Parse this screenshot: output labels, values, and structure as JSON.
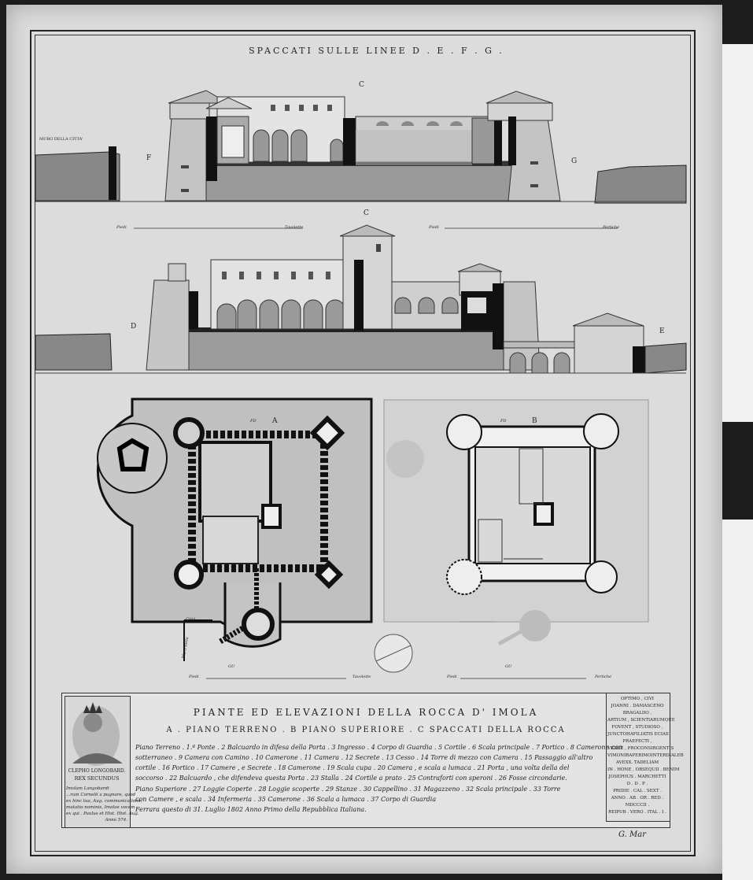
{
  "header": {
    "title": "SPACCATI SULLE LINEE D . E . F . G ."
  },
  "section_labels": {
    "c_top": "C",
    "c_mid": "C",
    "f": "F",
    "g": "G",
    "d": "D",
    "e": "E",
    "plan_a": "A",
    "plan_b": "B",
    "plan_a_fd": "FD",
    "plan_b_fd": "FD",
    "gu_a": "GU",
    "gu_b": "GU",
    "city_wall": "MURO DELLA CITTA'",
    "scale_left_a": "Piedi",
    "scale_left_b": "Tavolette",
    "scale_right_a": "Piedi",
    "scale_right_b": "Pertiche",
    "scale_plan_a_left": "Piedi",
    "scale_plan_a_right": "Tavolette",
    "scale_plan_b_left": "Piedi",
    "scale_plan_b_right": "Pertiche",
    "citta": "Città",
    "muro_della": "Muro della"
  },
  "cartouche": {
    "title": "PIANTE   ED   ELEVAZIONI   DELLA   ROCCA   D'   IMOLA",
    "subtitle": "A . PIANO  TERRENO . B  PIANO  SUPERIORE . C  SPACCATI  DELLA  ROCCA",
    "legend": [
      "Piano Terreno . 1.ª Ponte . 2 Balcuardo in difesa della Porta . 3 Ingresso . 4 Corpo di Guardia . 5 Cortile . 6 Scala principale . 7 Portico . 8 Camerone con",
      "sotterraneo . 9 Camera con Camino . 10 Camerone . 11 Camera . 12 Secrete . 13 Cesso . 14 Torre di mezzo con Camera . 15 Passaggio all'altro",
      "cortile . 16 Portico . 17 Camere , e Secrete . 18 Camerone . 19 Scala cupa . 20 Camera , e scala a lumaca . 21 Porta , una volta della del",
      "soccorso . 22 Balcuardo , che difendeva questa Porta . 23 Stalla . 24 Cortile a prato . 25 Contraforti con speroni . 26 Fosse circondarie.",
      "Piano Superiore . 27 Loggie Coperte . 28 Loggie scoperte . 29 Stanze . 30 Cappellino . 31 Magazzeno . 32 Scala principale . 33 Torre",
      "con Camere , e scala . 34 Infermeria . 35 Camerone . 36 Scala a lumaca . 37 Corpo di Guardia",
      "Ferrara questo di 31. Luglio 1802 Anno Primo della Repubblica Italiana."
    ],
    "portrait": {
      "caption_line1": "CLEPHO LONGOBARD.",
      "caption_line2": "REX SECUNDUS",
      "text": [
        "Imolam Langobardi",
        "...rum Cornelii a pugnare, quod",
        "ex hinc tua, Aug. communicatione,",
        "mutatio nominis, Imolae vocem",
        "ex qui . Paulus et Hist. Hist. Aug.",
        "Anno 574."
      ]
    },
    "dedication": [
      "OPTIMO , CIVI",
      "JOANNI . DAMASCENO",
      "BRAGALDO ,",
      "ARTIUM , SCIENTIARUMQUE",
      "FOVENT , STUDIOSO ,",
      "JUNCTOHAFILIATIS ECIAE",
      "PRAEFECTI ,",
      "VIGILE , PROCONSIRGENTIS",
      "VIMONIRAPERIMOINTERDIALEB",
      "AVEXX. TADELIAM",
      "IN . HONE , OBSEQUII . BENIM",
      "JOSEPHUS . MARCHETTI",
      "D . D . P .",
      "PRIDIE . CAL . SEXT .",
      "ANNO . AB . OR . RED .",
      "MDCCCII .",
      "REIPUB . VERO . ITAL . I ."
    ]
  },
  "signature": "G. Mar"
}
